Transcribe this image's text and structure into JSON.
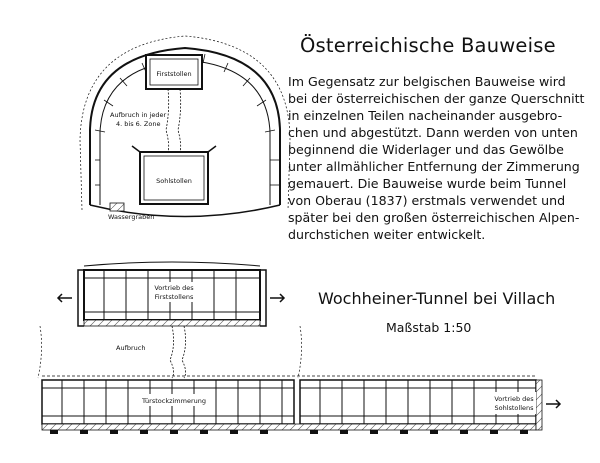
{
  "title": "Österreichische Bauweise",
  "body_lines": [
    "Im Gegensatz zur belgischen Bauweise wird",
    "bei der österreichischen der ganze Querschnitt",
    "in einzelnen Teilen nacheinander ausgebro-",
    "chen und abgestützt. Dann werden von unten",
    "beginnend die Widerlager und das Gewölbe",
    "unter allmählicher Entfernung der Zimmerung",
    "gemauert. Die Bauweise wurde beim Tunnel",
    "von Oberau (1837) erstmals verwendet und",
    "später bei den großen österreichischen Alpen-",
    "durchstichen weiter entwickelt."
  ],
  "tunnel_title": "Wochheiner-Tunnel bei Villach",
  "scale": "Maßstab 1:50",
  "labels": {
    "firststollen": "Firststollen",
    "aufbruch_zone_1": "Aufbruch in jeder",
    "aufbruch_zone_2": "4. bis 6. Zone",
    "sohlstollen": "Sohlstollen",
    "wassergraben": "Wassergraben",
    "vortrieb_first_1": "Vortrieb des",
    "vortrieb_first_2": "Firststollens",
    "aufbruch": "Aufbruch",
    "tuerstock": "Türstockzimmerung",
    "vortrieb_sohl_1": "Vortrieb des",
    "vortrieb_sohl_2": "Sohlstollens"
  }
}
